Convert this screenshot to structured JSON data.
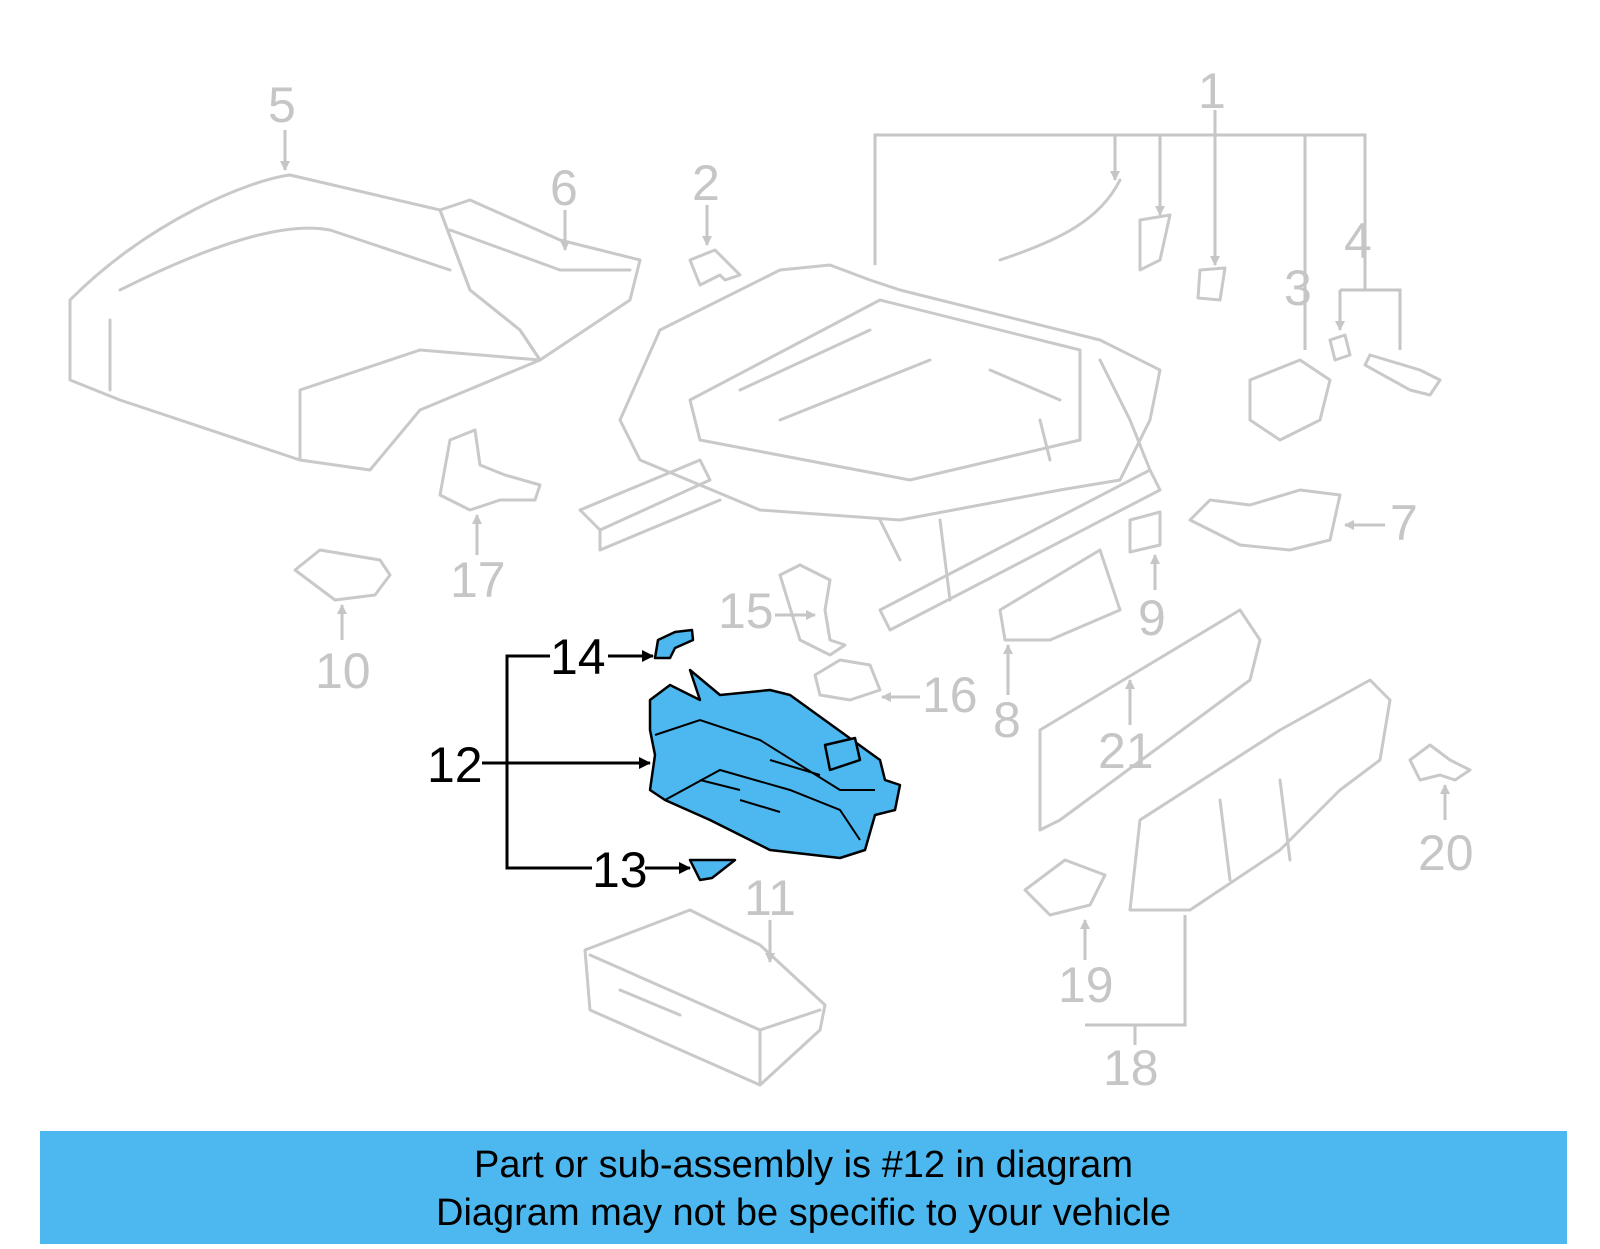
{
  "callouts": {
    "n1": "1",
    "n2": "2",
    "n3": "3",
    "n4": "4",
    "n5": "5",
    "n6": "6",
    "n7": "7",
    "n8": "8",
    "n9": "9",
    "n10": "10",
    "n11": "11",
    "n12": "12",
    "n13": "13",
    "n14": "14",
    "n15": "15",
    "n16": "16",
    "n17": "17",
    "n18": "18",
    "n19": "19",
    "n20": "20",
    "n21": "21"
  },
  "highlight_part": "12",
  "colors": {
    "highlight": "#4db8f0",
    "ghost": "#c9c9c9",
    "banner": "#4db8f0"
  },
  "banner": {
    "line1": "Part or sub-assembly is #12 in diagram",
    "line2": "Diagram may not be specific to your vehicle"
  }
}
